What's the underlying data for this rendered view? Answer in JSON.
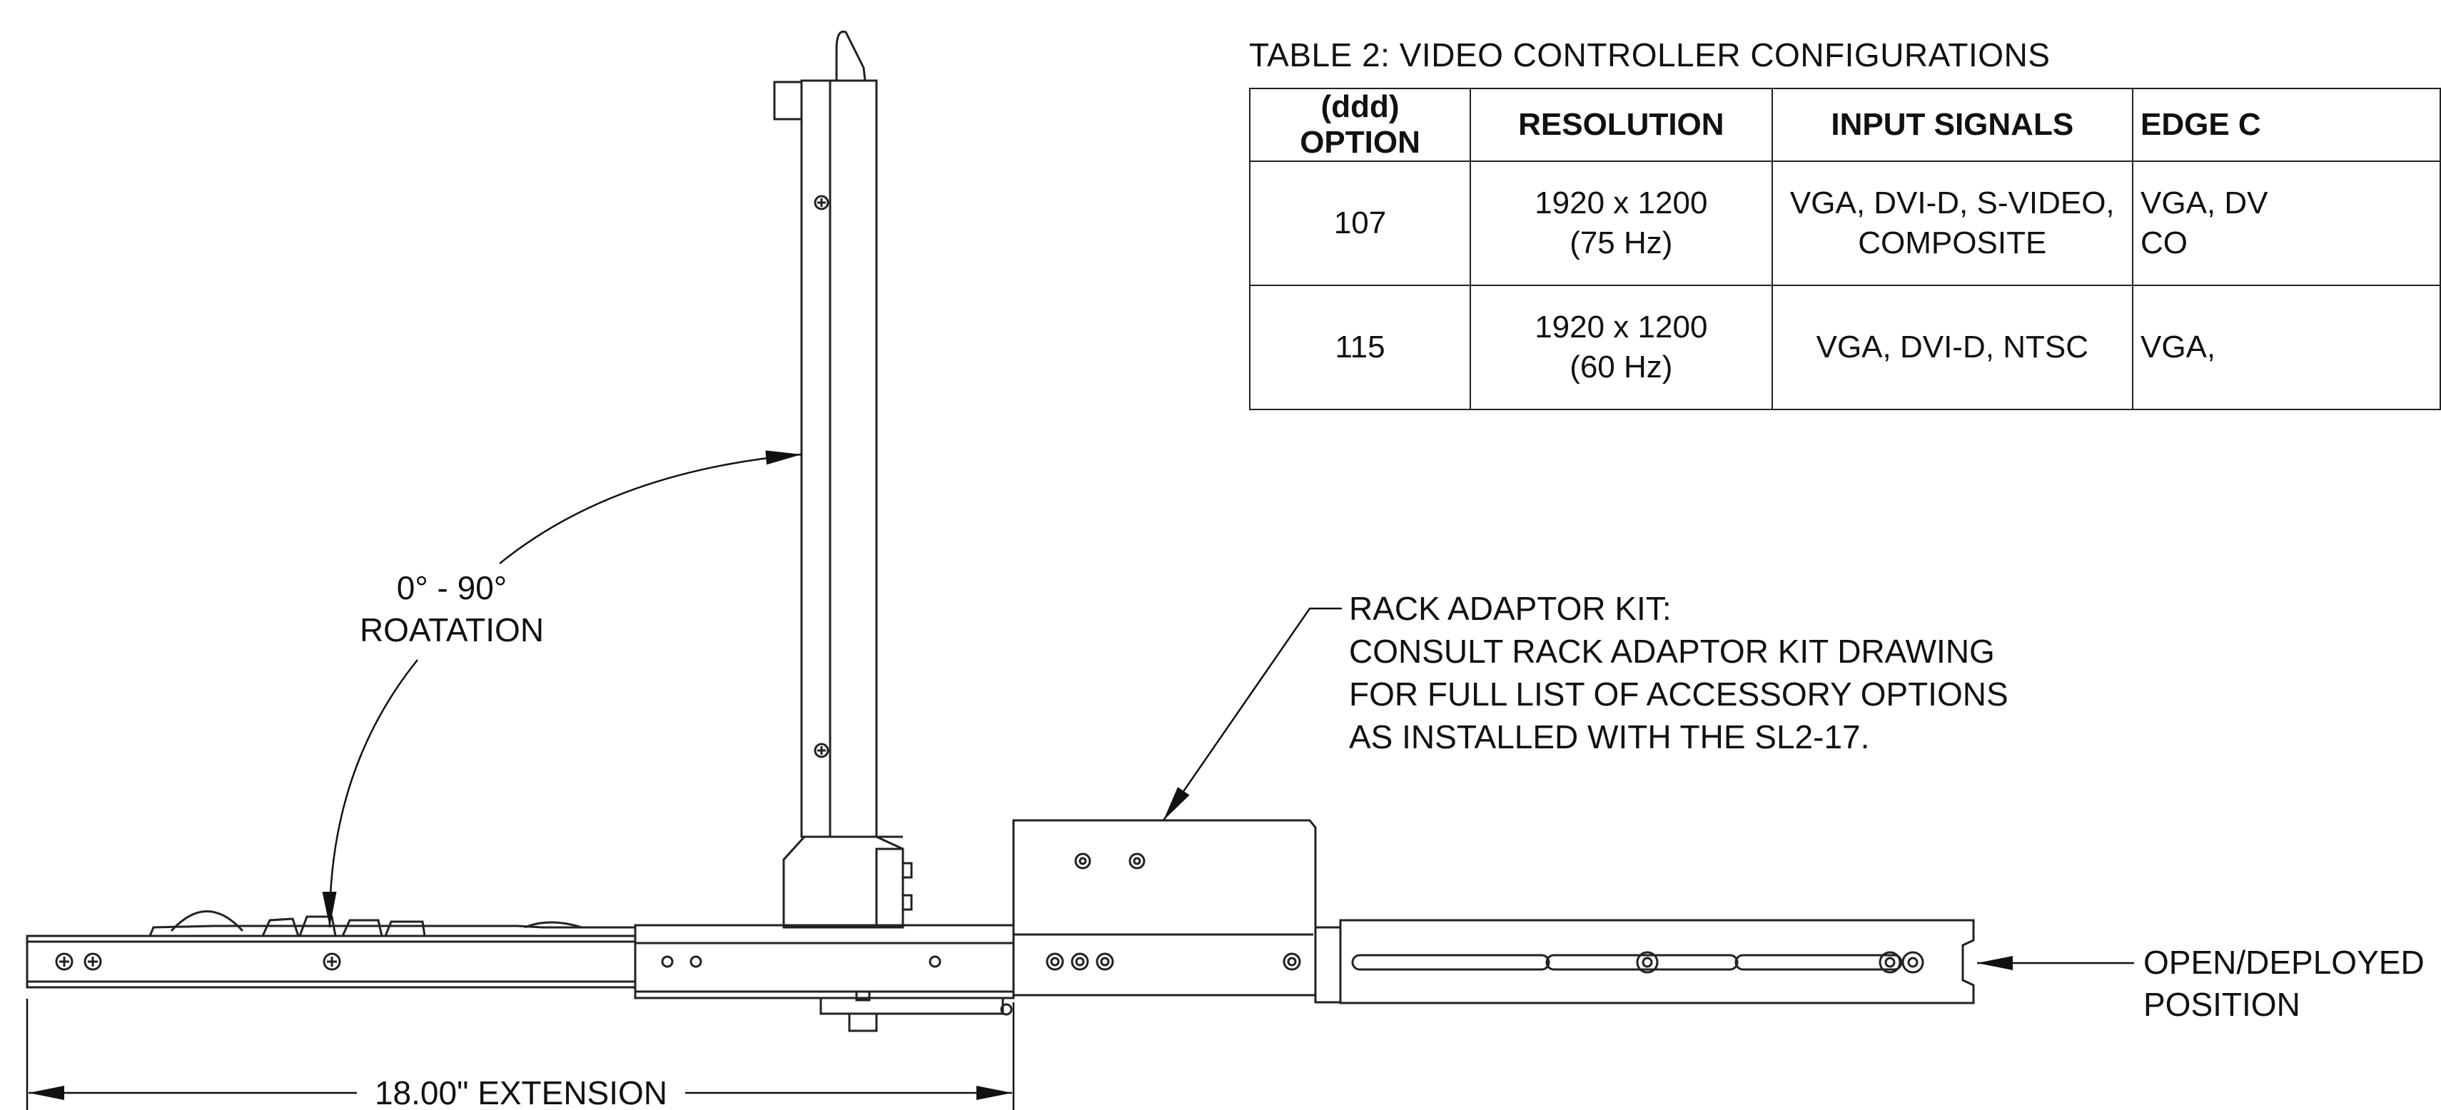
{
  "table": {
    "title": "TABLE 2: VIDEO CONTROLLER CONFIGURATIONS",
    "headers": [
      "(ddd) OPTION",
      "RESOLUTION",
      "INPUT SIGNALS",
      "EDGE C"
    ],
    "rows": [
      [
        "107",
        "1920 x 1200\n(75 Hz)",
        "VGA, DVI-D, S-VIDEO,\nCOMPOSITE",
        "VGA, DV\nCO"
      ],
      [
        "115",
        "1920 x 1200\n(60 Hz)",
        "VGA, DVI-D, NTSC",
        "VGA,"
      ]
    ]
  },
  "annotations": {
    "rotation_line1": "0° - 90°",
    "rotation_line2": "ROATATION",
    "rack_line1": "RACK ADAPTOR KIT:",
    "rack_line2": "CONSULT RACK ADAPTOR KIT DRAWING",
    "rack_line3": "FOR FULL LIST OF ACCESSORY OPTIONS",
    "rack_line4": "AS INSTALLED WITH THE SL2-17.",
    "deployed_line1": "OPEN/DEPLOYED",
    "deployed_line2": "POSITION",
    "extension": "18.00\" EXTENSION"
  },
  "colors": {
    "line": "#222222",
    "background": "#ffffff"
  }
}
